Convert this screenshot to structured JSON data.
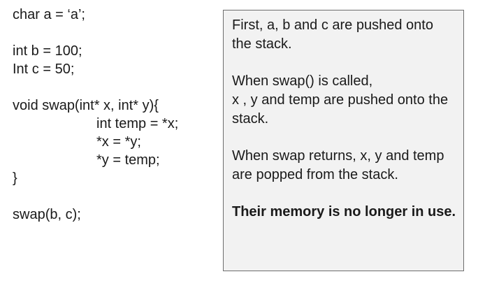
{
  "code": {
    "line1": "char a = ‘a’;",
    "line2": "int b = 100;",
    "line3": "Int c = 50;",
    "line4": "void swap(int* x, int* y){",
    "line5": "int temp = *x;",
    "line6": "*x = *y;",
    "line7": "*y = temp;",
    "line8": "}",
    "line9": "swap(b, c);"
  },
  "notes": {
    "para1": "First, a, b and c are pushed onto the stack.",
    "para2_line1": "When swap() is called,",
    "para2_line2": "x , y and temp are pushed onto the stack.",
    "para3": "When swap returns, x, y and temp are popped from the stack.",
    "para4": "Their memory is no longer in use."
  }
}
